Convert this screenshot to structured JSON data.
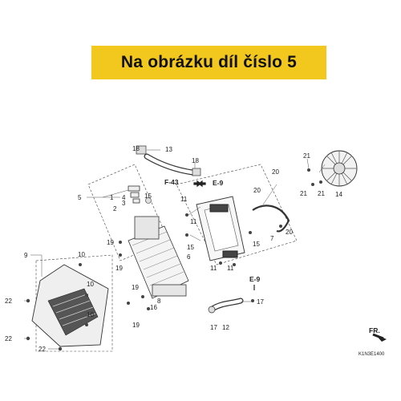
{
  "banner": {
    "text": "Na obrázku díl číslo 5"
  },
  "diagram": {
    "callouts": {
      "c1": "1",
      "c2": "2",
      "c3": "3",
      "c4": "4",
      "c5": "5",
      "c6": "6",
      "c7": "7",
      "c8": "8",
      "c9": "9",
      "c10a": "10",
      "c10b": "10",
      "c10c": "10",
      "c11a": "11",
      "c11b": "11",
      "c11c": "11",
      "c11d": "11",
      "c12": "12",
      "c13": "13",
      "c14": "14",
      "c15a": "15",
      "c15b": "15",
      "c15c": "15",
      "c16": "16",
      "c17a": "17",
      "c17b": "17",
      "c18a": "18",
      "c18b": "18",
      "c19a": "19",
      "c19b": "19",
      "c19c": "19",
      "c19d": "19",
      "c20a": "20",
      "c20b": "20",
      "c20c": "20",
      "c21a": "21",
      "c21b": "21",
      "c21c": "21",
      "c22a": "22",
      "c22b": "22",
      "c22c": "22"
    },
    "refs": {
      "f43": "F-43",
      "e9a": "E-9",
      "e9b": "E-9"
    },
    "front_label": "FR.",
    "drawing_code": "K1N3E1400"
  }
}
